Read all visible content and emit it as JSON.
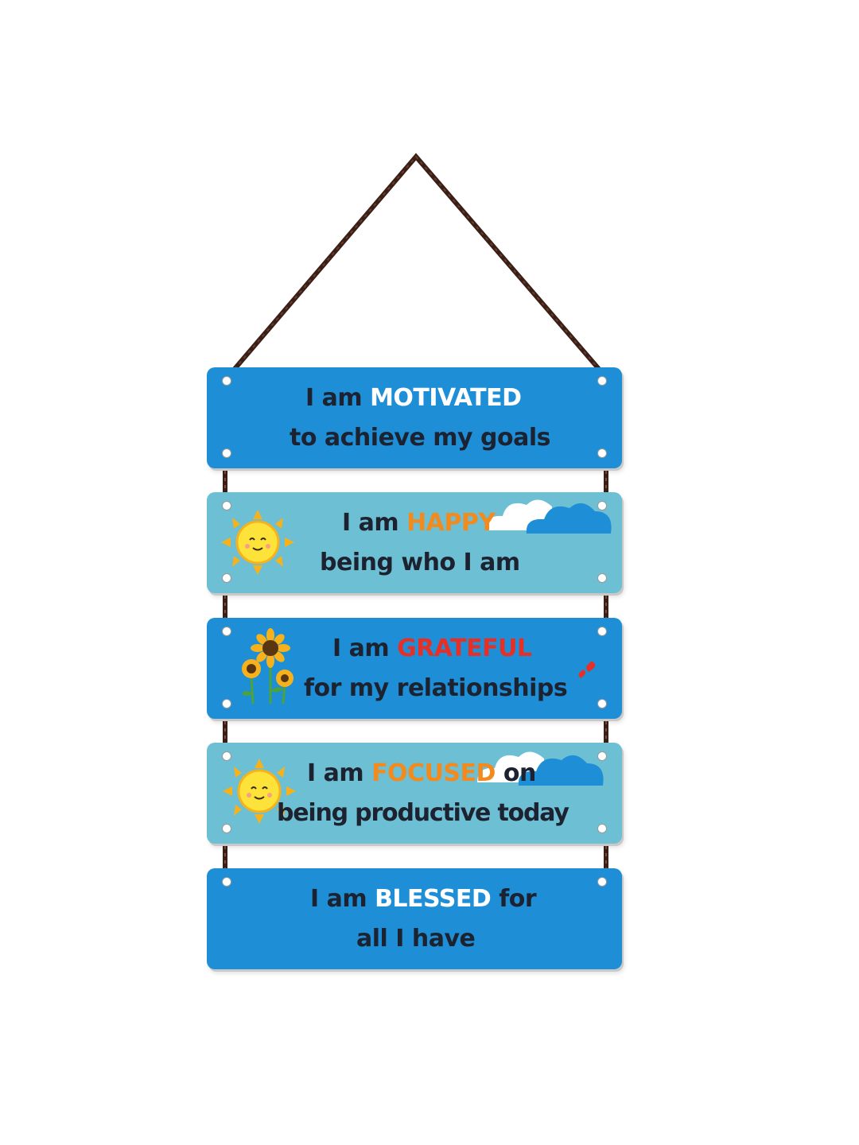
{
  "colors": {
    "plank_dark": "#1e8fd6",
    "plank_light": "#6dbfd3",
    "rope": "#3a1f17",
    "text": "#1c2230",
    "motivated": "#ffffff",
    "happy": "#f28a1d",
    "grateful": "#e63027",
    "focused": "#f28a1d",
    "blessed": "#ffffff"
  },
  "planks": [
    {
      "line1_prefix": "I am ",
      "keyword": "MOTIVATED",
      "line1_suffix": "",
      "line2": "to achieve my goals"
    },
    {
      "line1_prefix": "I am ",
      "keyword": "HAPPY",
      "line1_suffix": "",
      "line2": "being who I am"
    },
    {
      "line1_prefix": "I am ",
      "keyword": "GRATEFUL",
      "line1_suffix": "",
      "line2": "for my relationships"
    },
    {
      "line1_prefix": "I am ",
      "keyword": "FOCUSED",
      "line1_suffix": " on",
      "line2": "being productive today"
    },
    {
      "line1_prefix": "I am ",
      "keyword": "BLESSED",
      "line1_suffix": " for",
      "line2": "all I have"
    }
  ],
  "icons": [
    "sun-icon",
    "cloud-icon",
    "sunflower-icon",
    "heart-icon"
  ]
}
